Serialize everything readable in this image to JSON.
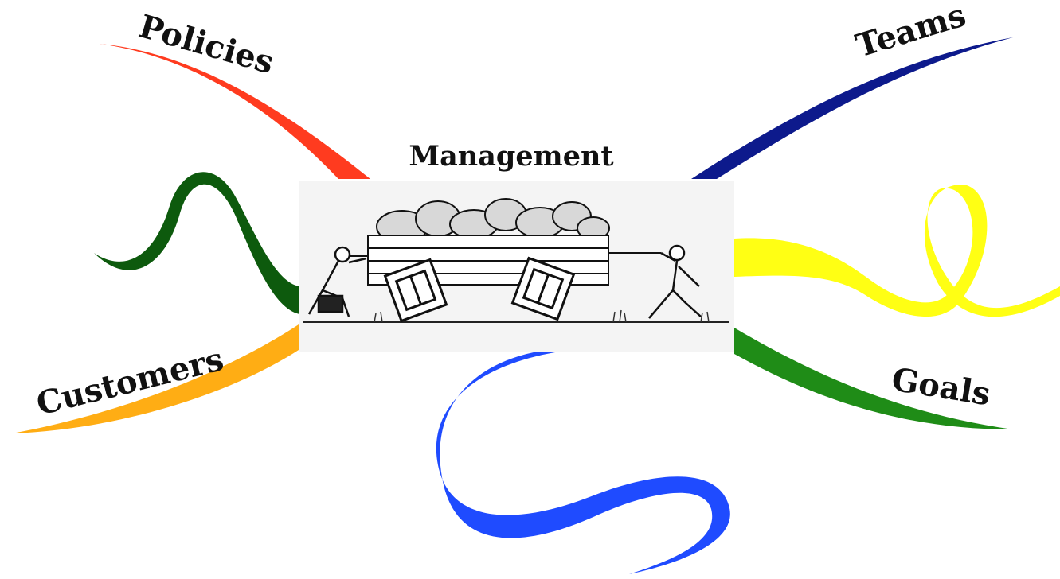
{
  "center": {
    "title": "Management",
    "illustration": "cart-with-square-wheels-drawing"
  },
  "branches": [
    {
      "id": "policies",
      "label": "Policies",
      "color": "#ff3b1f"
    },
    {
      "id": "teams",
      "label": "Teams",
      "color": "#0d1a8c"
    },
    {
      "id": "customers",
      "label": "Customers",
      "color": "#ffad14"
    },
    {
      "id": "goals",
      "label": "Goals",
      "color": "#1f8c17"
    },
    {
      "id": "unlabeled-dark-green",
      "label": "",
      "color": "#0d5a0d"
    },
    {
      "id": "unlabeled-yellow",
      "label": "",
      "color": "#ffff14"
    },
    {
      "id": "unlabeled-blue",
      "label": "",
      "color": "#1f4bff"
    }
  ]
}
